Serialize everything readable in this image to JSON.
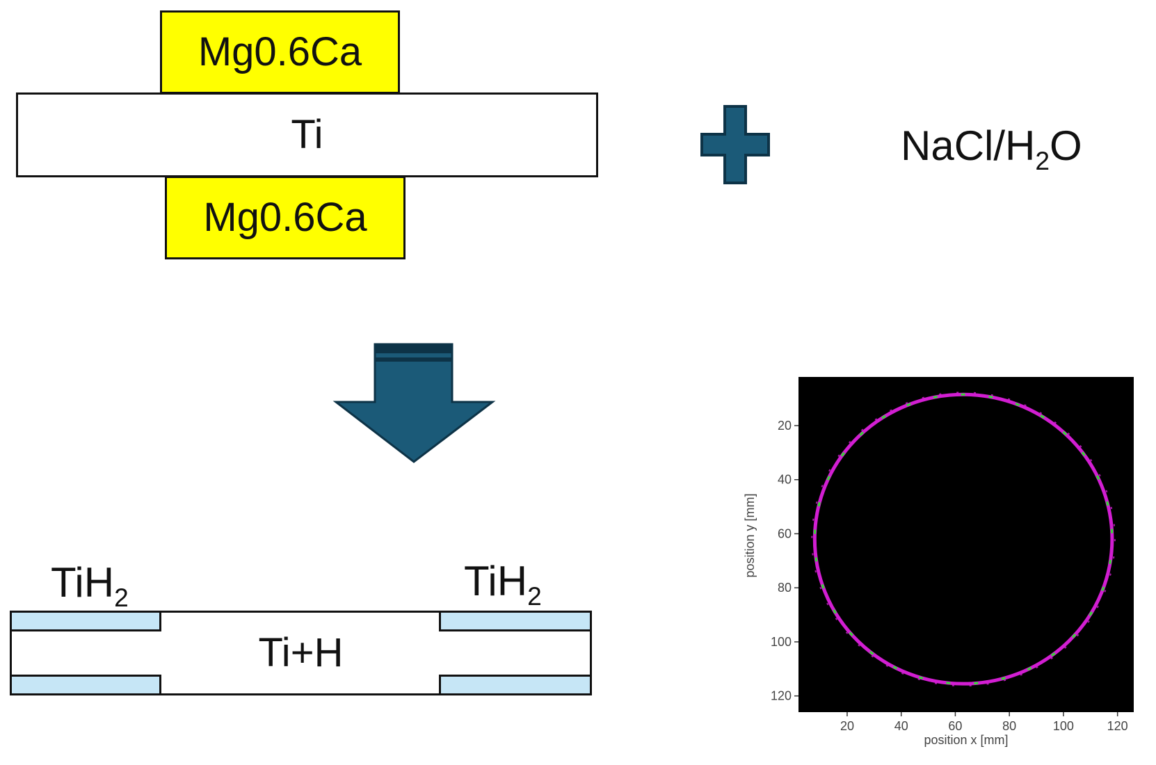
{
  "top": {
    "upper_layer": "Mg0.6Ca",
    "core": "Ti",
    "lower_layer": "Mg0.6Ca"
  },
  "reagent": {
    "plus_icon": "plus-icon",
    "text_main": "NaCl/H",
    "text_sub": "2",
    "text_tail": "O"
  },
  "arrow_icon": "down-arrow-icon",
  "bottom": {
    "left_label_main": "TiH",
    "left_label_sub": "2",
    "right_label_main": "TiH",
    "right_label_sub": "2",
    "core": "Ti+H"
  },
  "colors": {
    "mg_layer": "#ffff00",
    "arrow": "#1b5a78",
    "hydride": "#c6e6f6",
    "ring_main": "#d21ed2",
    "ring_accent": "#33dd33"
  },
  "chart_data": {
    "type": "heatmap",
    "xlabel": "position x [mm]",
    "ylabel": "position y [mm]",
    "xticks": [
      20,
      40,
      60,
      80,
      100,
      120
    ],
    "yticks": [
      20,
      40,
      60,
      80,
      100,
      120
    ],
    "xlim": [
      2,
      126
    ],
    "ylim": [
      126,
      2
    ],
    "background": "#000000",
    "ring": {
      "center_x": 63,
      "center_y": 62,
      "radius_x": 55,
      "radius_y": 53.5
    }
  }
}
